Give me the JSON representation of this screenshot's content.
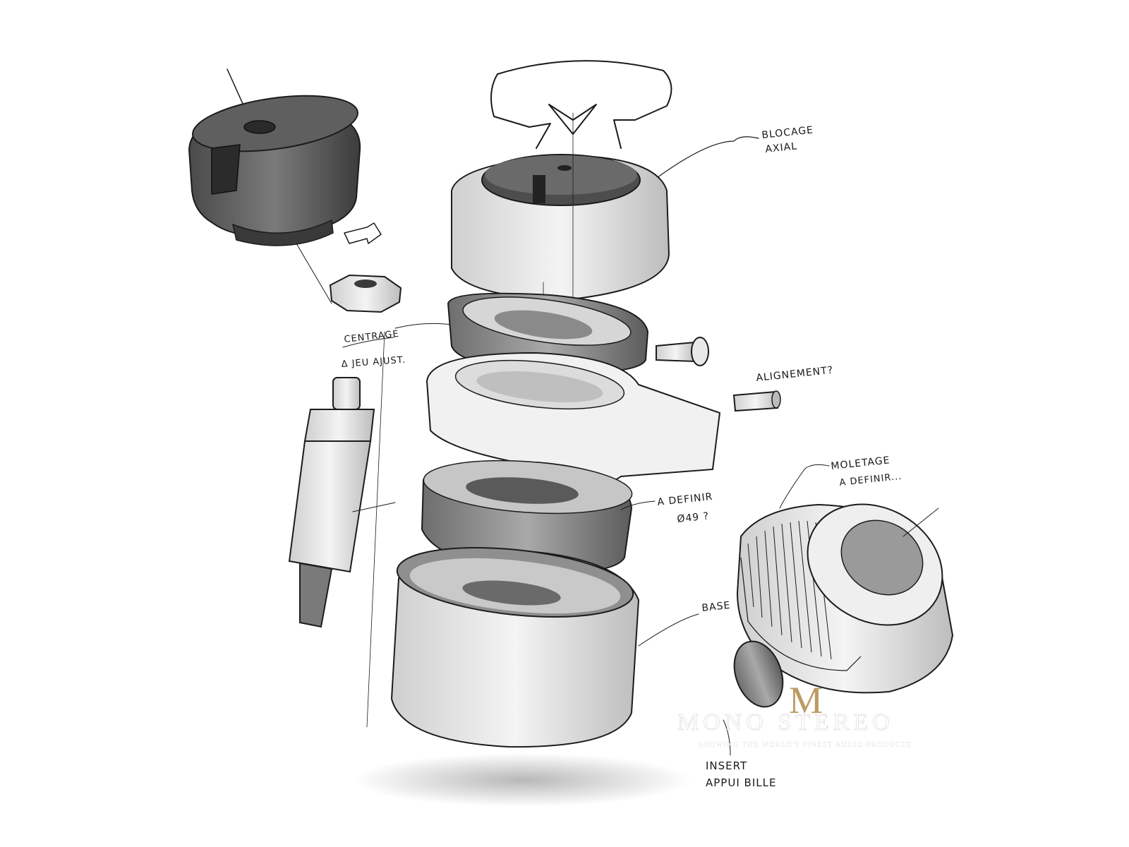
{
  "annotations": {
    "blocage": "BLOCAGE",
    "axial": "AXIAL",
    "centrage": "CENTRAGE",
    "jeu": "Δ JEU AJUST.",
    "alignement": "ALIGNEMENT?",
    "moletage": "MOLETAGE",
    "a_definir_1": "A DEFINIR...",
    "a_definir_2": "A DEFINIR",
    "diametre": "Ø49 ?",
    "base": "BASE",
    "insert": "INSERT",
    "appui": "APPUI BILLE"
  },
  "watermark": {
    "monogram": "M",
    "brand": "MONO STEREO",
    "tagline": "SHOWING THE WORLD'S FINEST AUDIO PRODUCTS"
  },
  "colors": {
    "ink": "#1b1b1b",
    "dark_part": "#5a5a5a",
    "mid_part": "#8c8c8c",
    "light_part": "#e6e6e6",
    "watermark_gold": "#b08a4a"
  }
}
